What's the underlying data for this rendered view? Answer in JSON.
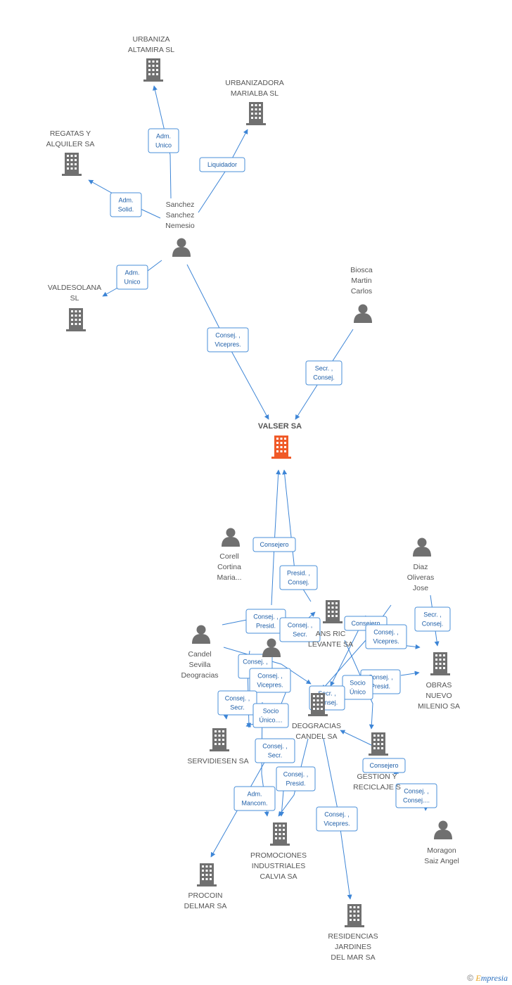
{
  "colors": {
    "company": "#707070",
    "main_company": "#f05a28",
    "person": "#707070",
    "edge": "#3d85d6",
    "rel_text": "#1f5fa8"
  },
  "nodes": [
    {
      "id": "urbaniza_altamira",
      "type": "company",
      "lines": [
        "URBANIZA",
        "ALTAMIRA SL"
      ]
    },
    {
      "id": "urbanizadora_marialba",
      "type": "company",
      "lines": [
        "URBANIZADORA",
        "MARIALBA SL"
      ]
    },
    {
      "id": "regatas",
      "type": "company",
      "lines": [
        "REGATAS Y",
        "ALQUILER SA"
      ]
    },
    {
      "id": "sanchez",
      "type": "person",
      "lines": [
        "Sanchez",
        "Sanchez",
        "Nemesio"
      ]
    },
    {
      "id": "valdesolana",
      "type": "company",
      "lines": [
        "VALDESOLANA",
        "SL"
      ]
    },
    {
      "id": "biosca",
      "type": "person",
      "lines": [
        "Biosca",
        "Martin",
        "Carlos"
      ]
    },
    {
      "id": "valser",
      "type": "main",
      "lines": [
        "VALSER SA"
      ]
    },
    {
      "id": "corell",
      "type": "person",
      "lines": [
        "Corell",
        "Cortina",
        "Maria..."
      ]
    },
    {
      "id": "diaz",
      "type": "person",
      "lines": [
        "Diaz",
        "Oliveras",
        "Jose"
      ]
    },
    {
      "id": "trans_ric",
      "type": "company",
      "lines": [
        "ANS RIC",
        "LEVANTE SA"
      ]
    },
    {
      "id": "candel_person",
      "type": "person",
      "lines": [
        "Candel",
        "Sevilla",
        "Deogracias"
      ]
    },
    {
      "id": "hidden_person",
      "type": "person",
      "lines": []
    },
    {
      "id": "obras_nuevo",
      "type": "company",
      "lines": [
        "OBRAS",
        "NUEVO",
        "MILENIO SA"
      ]
    },
    {
      "id": "deogracias_candel",
      "type": "company",
      "lines": [
        "DEOGRACIAS",
        "CANDEL SA"
      ]
    },
    {
      "id": "servidiesen",
      "type": "company",
      "lines": [
        "SERVIDIESEN SA"
      ]
    },
    {
      "id": "gestion",
      "type": "company",
      "lines": [
        "GESTION Y",
        "RECICLAJE S"
      ]
    },
    {
      "id": "moragon",
      "type": "person",
      "lines": [
        "Moragon",
        "Saiz Angel"
      ]
    },
    {
      "id": "promociones",
      "type": "company",
      "lines": [
        "PROMOCIONES",
        "INDUSTRIALES",
        "CALVIA SA"
      ]
    },
    {
      "id": "procoin",
      "type": "company",
      "lines": [
        "PROCOIN",
        "DELMAR SA"
      ]
    },
    {
      "id": "residencias",
      "type": "company",
      "lines": [
        "RESIDENCIAS",
        "JARDINES",
        "DEL MAR SA"
      ]
    }
  ],
  "relations": [
    {
      "id": "r1",
      "lines": [
        "Adm.",
        "Unico"
      ]
    },
    {
      "id": "r2",
      "lines": [
        "Liquidador"
      ]
    },
    {
      "id": "r3",
      "lines": [
        "Adm.",
        "Solid."
      ]
    },
    {
      "id": "r4",
      "lines": [
        "Adm.",
        "Unico"
      ]
    },
    {
      "id": "r5",
      "lines": [
        "Consej. ,",
        "Vicepres."
      ]
    },
    {
      "id": "r6",
      "lines": [
        "Secr. ,",
        "Consej."
      ]
    },
    {
      "id": "r7",
      "lines": [
        "Consejero"
      ]
    },
    {
      "id": "r8",
      "lines": [
        "Presid. ,",
        "Consej."
      ]
    },
    {
      "id": "r9",
      "lines": [
        "Secr. ,",
        "Consej."
      ]
    },
    {
      "id": "r10",
      "lines": [
        "Consej. ,",
        "Presid."
      ]
    },
    {
      "id": "r11",
      "lines": [
        "Consej. ,",
        "Secr."
      ]
    },
    {
      "id": "r12",
      "lines": [
        "Consejero"
      ]
    },
    {
      "id": "r13",
      "lines": [
        "Consej. ,",
        "Vicepres."
      ]
    },
    {
      "id": "r14",
      "lines": [
        "Consej. ,",
        "P"
      ]
    },
    {
      "id": "r15",
      "lines": [
        "Consej. ,",
        "Vicepres."
      ]
    },
    {
      "id": "r16",
      "lines": [
        "Consej. ,",
        "Presid."
      ]
    },
    {
      "id": "r17",
      "lines": [
        "Socio",
        "Único"
      ]
    },
    {
      "id": "r18",
      "lines": [
        "Secr. ,",
        "Consej."
      ]
    },
    {
      "id": "r19",
      "lines": [
        "Consej. ,",
        "Secr."
      ]
    },
    {
      "id": "r20",
      "lines": [
        "Socio",
        "Único...."
      ]
    },
    {
      "id": "r21",
      "lines": [
        "Consej. ,",
        "Secr."
      ]
    },
    {
      "id": "r22",
      "lines": [
        "Consej. ,",
        "Presid."
      ]
    },
    {
      "id": "r23",
      "lines": [
        "Adm.",
        "Mancom."
      ]
    },
    {
      "id": "r24",
      "lines": [
        "Consejero"
      ]
    },
    {
      "id": "r25",
      "lines": [
        "Consej. ,",
        "Consej...."
      ]
    },
    {
      "id": "r26",
      "lines": [
        "Consej. ,",
        "Vicepres."
      ]
    }
  ],
  "footer": {
    "copyright": "©",
    "brand_first": "E",
    "brand_rest": "mpresia"
  }
}
